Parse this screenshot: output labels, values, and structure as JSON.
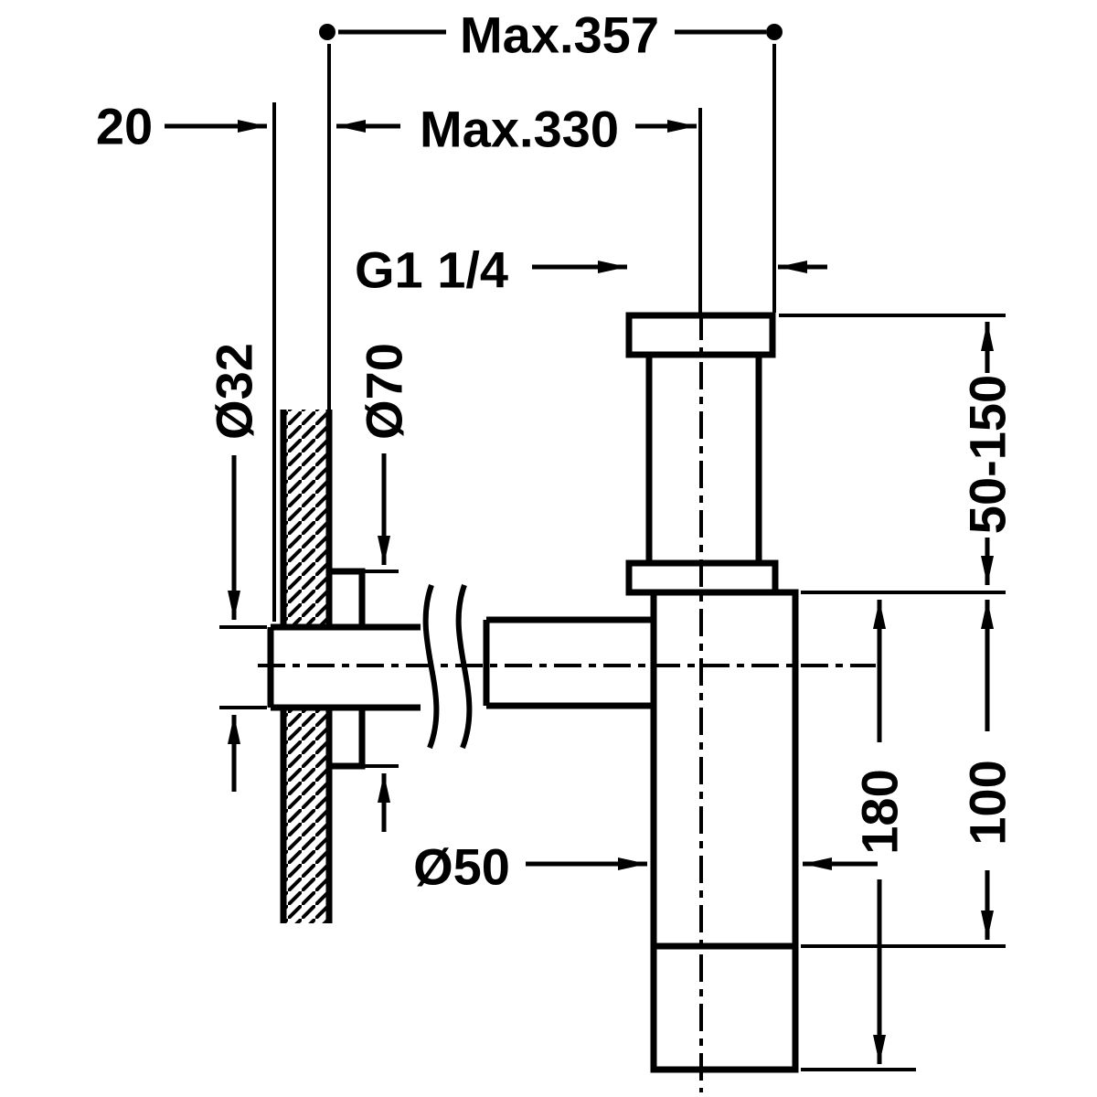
{
  "diagram": {
    "colors": {
      "line": "#000000",
      "background": "#ffffff"
    },
    "dimensions": {
      "max_total": "Max.357",
      "max_projection": "Max.330",
      "wall_offset": "20",
      "thread_size": "G1 1/4",
      "waste_pipe_diameter": "Ø32",
      "rosette_diameter": "Ø70",
      "body_diameter": "Ø50",
      "adjustable_height": "50-150",
      "depth_dimension": "100",
      "body_height": "180"
    }
  }
}
